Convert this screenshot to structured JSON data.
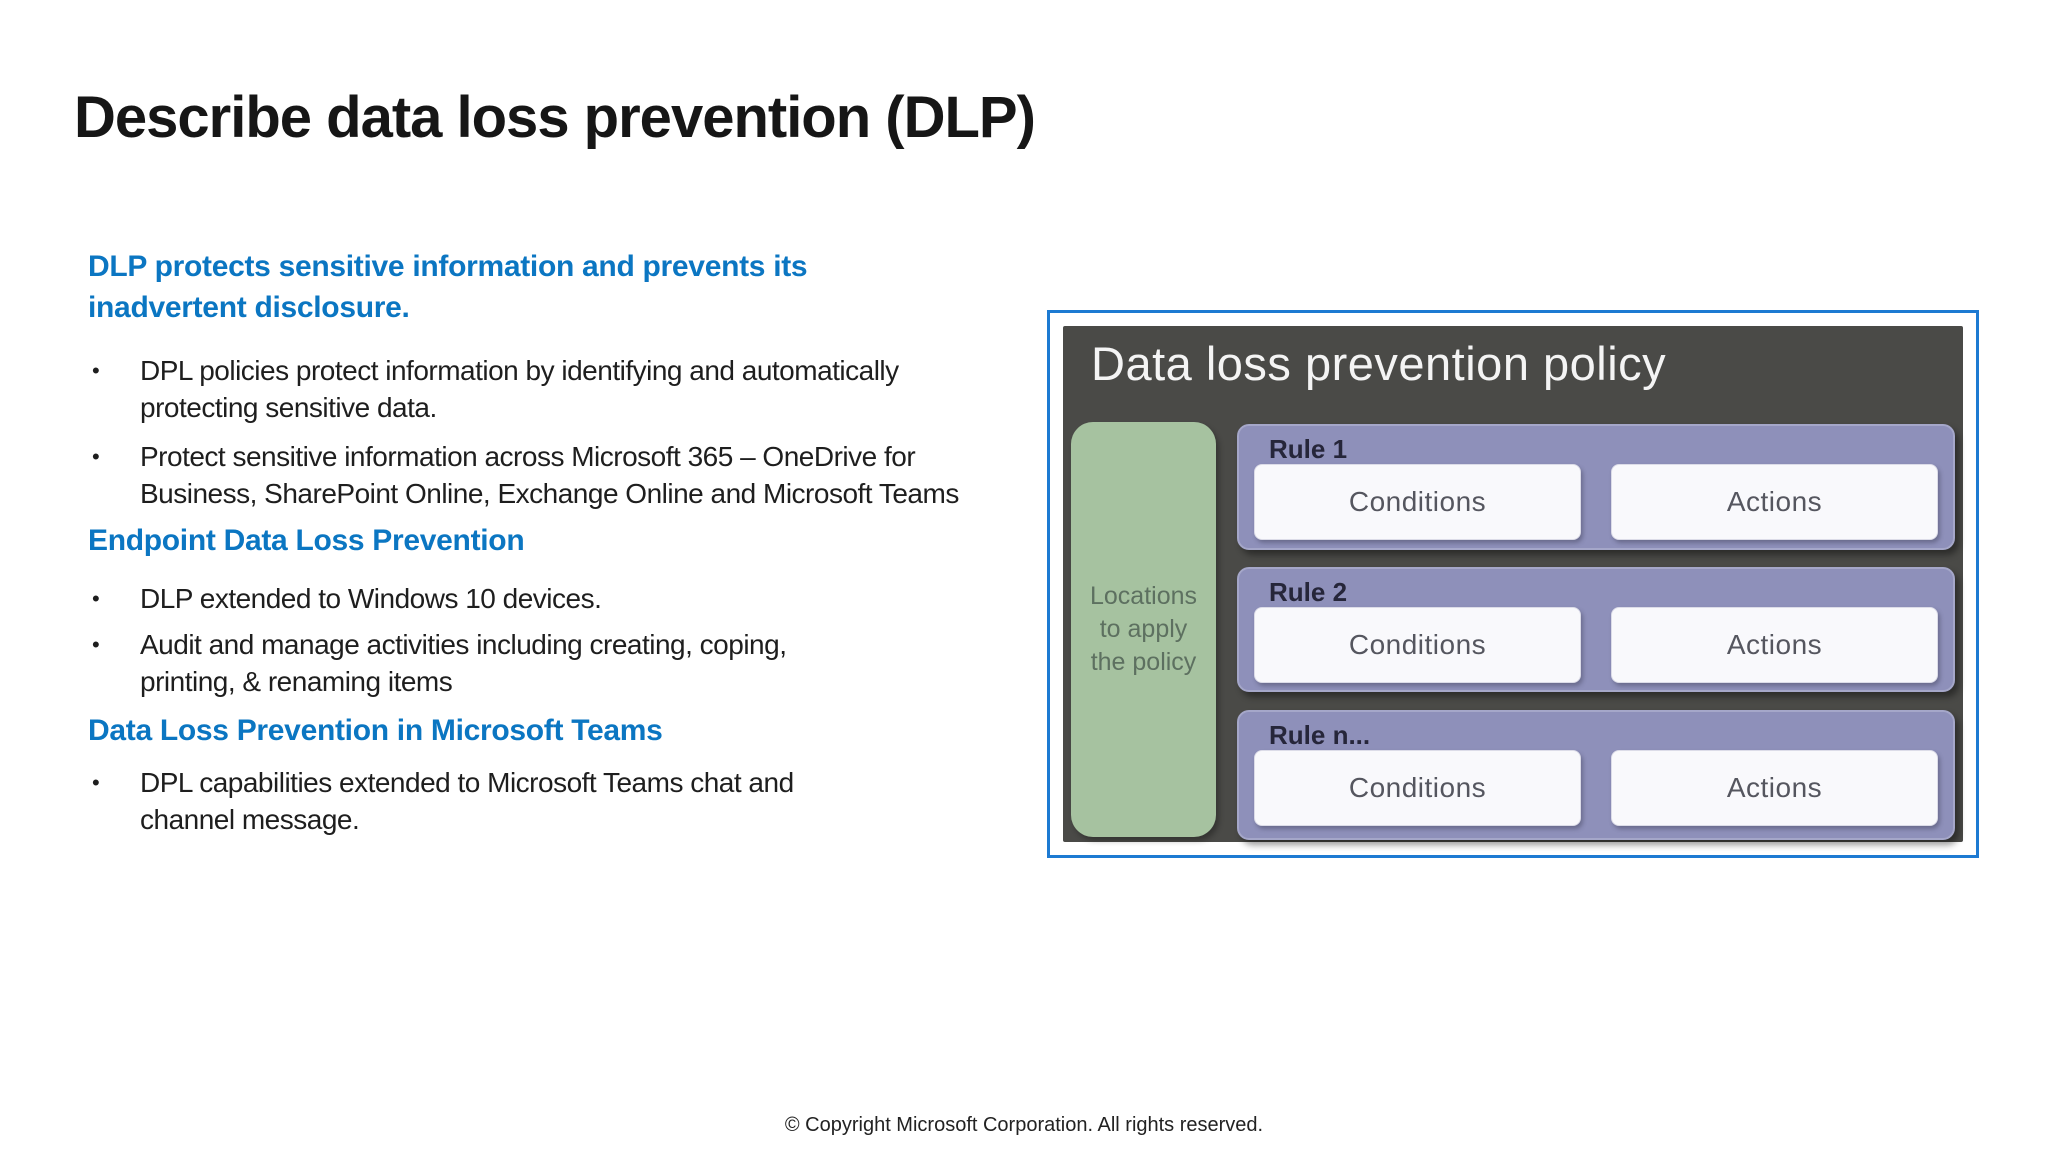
{
  "slide": {
    "title": "Describe data loss prevention (DLP)",
    "bullet_char": "•",
    "sections": [
      {
        "heading": "DLP protects sensitive information and prevents its\ninadvertent disclosure.",
        "bullets": [
          "DPL policies protect information by identifying and automatically\nprotecting sensitive data.",
          "Protect sensitive information across Microsoft 365 – OneDrive for\nBusiness, SharePoint Online, Exchange Online and Microsoft Teams"
        ]
      },
      {
        "heading": "Endpoint Data Loss Prevention",
        "bullets": [
          "DLP extended to Windows 10 devices.",
          "Audit and manage activities including creating, coping,\nprinting, & renaming items"
        ]
      },
      {
        "heading": "Data Loss Prevention in Microsoft Teams",
        "bullets": [
          "DPL capabilities extended to Microsoft Teams chat and\nchannel message."
        ]
      }
    ],
    "footer": "© Copyright Microsoft Corporation. All rights reserved."
  },
  "diagram": {
    "title": "Data loss prevention policy",
    "locations_label": "Locations\nto apply\nthe policy",
    "rules": [
      {
        "label": "Rule 1",
        "conditions": "Conditions",
        "actions": "Actions"
      },
      {
        "label": "Rule 2",
        "conditions": "Conditions",
        "actions": "Actions"
      },
      {
        "label": "Rule n...",
        "conditions": "Conditions",
        "actions": "Actions"
      }
    ],
    "colors": {
      "heading_blue": "#0b76c2",
      "frame_border_blue": "#1d7ad2",
      "panel_dark": "#4a4a47",
      "locations_green": "#a6c2a0",
      "locations_text_green": "#5d7060",
      "rule_purple": "#8e90ba",
      "inner_box_white": "#f9f9fc",
      "title_text": "#161616"
    }
  }
}
